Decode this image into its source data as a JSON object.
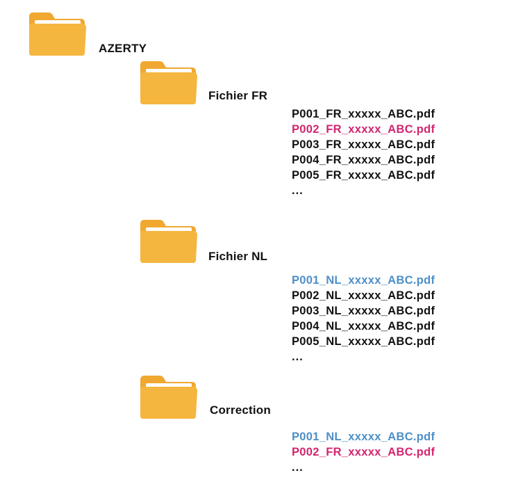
{
  "icon_color": "#f4b63f",
  "root": {
    "icon": "folder-icon",
    "label": "AZERTY"
  },
  "folders": [
    {
      "icon": "folder-icon",
      "label": "Fichier FR",
      "files": [
        {
          "name": "P001_FR_xxxxx_ABC.pdf",
          "color": "#111111"
        },
        {
          "name": "P002_FR_xxxxx_ABC.pdf",
          "color": "#d2256f"
        },
        {
          "name": "P003_FR_xxxxx_ABC.pdf",
          "color": "#111111"
        },
        {
          "name": "P004_FR_xxxxx_ABC.pdf",
          "color": "#111111"
        },
        {
          "name": "P005_FR_xxxxx_ABC.pdf",
          "color": "#111111"
        }
      ],
      "more": "..."
    },
    {
      "icon": "folder-icon",
      "label": "Fichier NL",
      "files": [
        {
          "name": "P001_NL_xxxxx_ABC.pdf",
          "color": "#4d8fc7"
        },
        {
          "name": "P002_NL_xxxxx_ABC.pdf",
          "color": "#111111"
        },
        {
          "name": "P003_NL_xxxxx_ABC.pdf",
          "color": "#111111"
        },
        {
          "name": "P004_NL_xxxxx_ABC.pdf",
          "color": "#111111"
        },
        {
          "name": "P005_NL_xxxxx_ABC.pdf",
          "color": "#111111"
        }
      ],
      "more": "..."
    },
    {
      "icon": "folder-icon",
      "label": "Correction",
      "files": [
        {
          "name": "P001_NL_xxxxx_ABC.pdf",
          "color": "#4d8fc7"
        },
        {
          "name": "P002_FR_xxxxx_ABC.pdf",
          "color": "#d2256f"
        }
      ],
      "more": "..."
    }
  ]
}
